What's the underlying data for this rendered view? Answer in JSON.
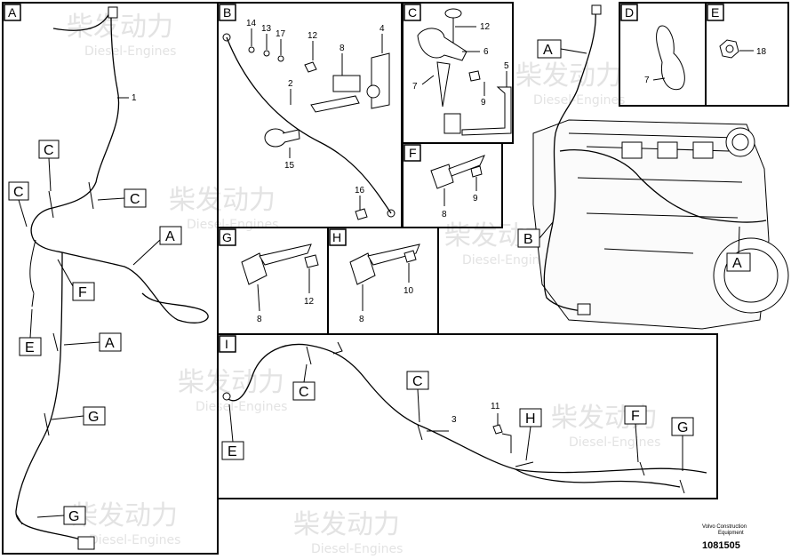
{
  "panels": {
    "A": "A",
    "B": "B",
    "C": "C",
    "D": "D",
    "E": "E",
    "F": "F",
    "G": "G",
    "H": "H",
    "I": "I"
  },
  "callouts": {
    "A": "A",
    "B": "B",
    "C": "C",
    "E": "E",
    "F": "F",
    "G": "G",
    "H": "H"
  },
  "part_numbers": {
    "p1": "1",
    "p2": "2",
    "p3": "3",
    "p4": "4",
    "p5": "5",
    "p6": "6",
    "p7": "7",
    "p8": "8",
    "p9": "9",
    "p10": "10",
    "p11": "11",
    "p12": "12",
    "p13": "13",
    "p14": "14",
    "p15": "15",
    "p16": "16",
    "p17": "17",
    "p18": "18"
  },
  "footer": {
    "company": "Volvo Construction",
    "category": "Equipment",
    "drawing_number": "1081505"
  },
  "watermark": {
    "cn": "柴发动力",
    "en": "Diesel-Engines"
  }
}
